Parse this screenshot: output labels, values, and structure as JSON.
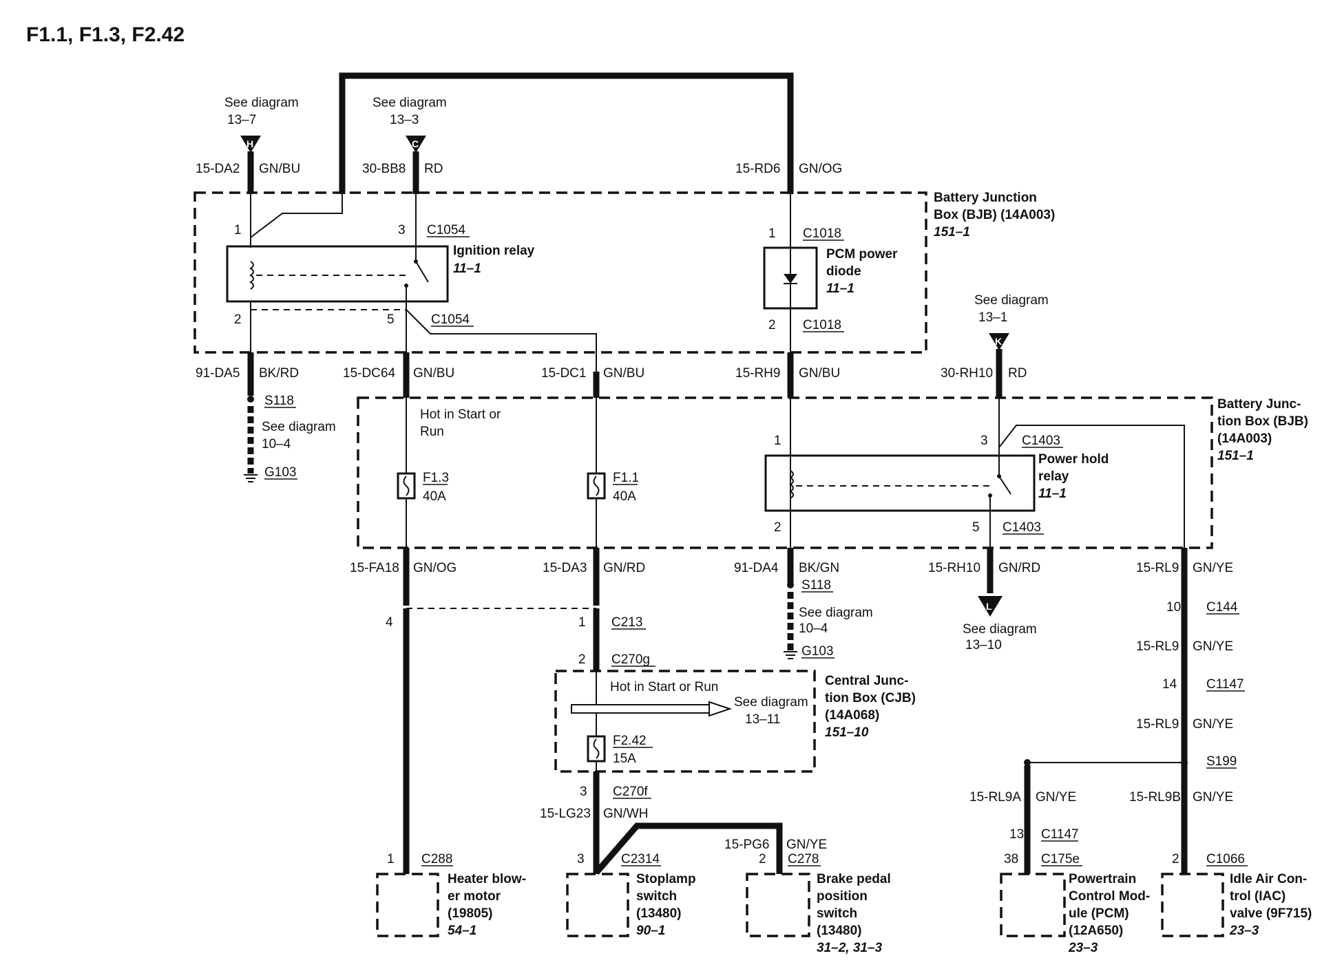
{
  "title": "F1.1, F1.3, F2.42",
  "refs": {
    "h_see": "See diagram",
    "h_num": "13–7",
    "h_letter": "H",
    "c_see": "See diagram",
    "c_num": "13–3",
    "c_letter": "C",
    "k_see": "See diagram",
    "k_num": "13–1",
    "k_letter": "K",
    "l_see": "See diagram",
    "l_num": "13–10",
    "l_letter": "L",
    "g1_see": "See diagram",
    "g1_num": "10–4",
    "g2_see": "See diagram",
    "g2_num": "10–4",
    "cjb_see": "See diagram",
    "cjb_num": "13–11"
  },
  "wires": {
    "w1": {
      "circuit": "15-DA2",
      "color": "GN/BU"
    },
    "w2": {
      "circuit": "30-BB8",
      "color": "RD"
    },
    "w3": {
      "circuit": "15-RD6",
      "color": "GN/OG"
    },
    "w4": {
      "circuit": "91-DA5",
      "color": "BK/RD"
    },
    "w5": {
      "circuit": "15-DC64",
      "color": "GN/BU"
    },
    "w6": {
      "circuit": "15-DC1",
      "color": "GN/BU"
    },
    "w7": {
      "circuit": "15-RH9",
      "color": "GN/BU"
    },
    "w8": {
      "circuit": "30-RH10",
      "color": "RD"
    },
    "w9": {
      "circuit": "15-FA18",
      "color": "GN/OG"
    },
    "w10": {
      "circuit": "15-DA3",
      "color": "GN/RD"
    },
    "w11": {
      "circuit": "91-DA4",
      "color": "BK/GN"
    },
    "w12": {
      "circuit": "15-RH10",
      "color": "GN/RD"
    },
    "w13": {
      "circuit": "15-RL9",
      "color": "GN/YE"
    },
    "w14": {
      "circuit": "15-RL9",
      "color": "GN/YE"
    },
    "w15": {
      "circuit": "15-RL9",
      "color": "GN/YE"
    },
    "w16": {
      "circuit": "15-LG23",
      "color": "GN/WH"
    },
    "w17": {
      "circuit": "15-PG6",
      "color": "GN/YE"
    },
    "w18": {
      "circuit": "15-RL9A",
      "color": "GN/YE"
    },
    "w19": {
      "circuit": "15-RL9B",
      "color": "GN/YE"
    }
  },
  "bjb_top": {
    "name1": "Battery Junction",
    "name2": "Box (BJB) (14A003)",
    "ref": "151–1"
  },
  "bjb_mid": {
    "name1": "Battery Junc-",
    "name2": "tion Box (BJB)",
    "name3": "(14A003)",
    "ref": "151–1"
  },
  "cjb": {
    "name1": "Central Junc-",
    "name2": "tion Box (CJB)",
    "name3": "(14A068)",
    "ref": "151–10",
    "hot": "Hot in Start or Run"
  },
  "hot_mid": {
    "line1": "Hot in Start or",
    "line2": "Run"
  },
  "ign_relay": {
    "name": "Ignition relay",
    "ref": "11–1",
    "pin1": "1",
    "pin2": "2",
    "pin3": "3",
    "pin5": "5",
    "conn_top": "C1054",
    "conn_bot": "C1054"
  },
  "pcm_diode": {
    "name1": "PCM power",
    "name2": "diode",
    "ref": "11–1",
    "pin1": "1",
    "pin2": "2",
    "conn_top": "C1018",
    "conn_bot": "C1018"
  },
  "power_hold": {
    "name1": "Power hold",
    "name2": "relay",
    "ref": "11–1",
    "pin1": "1",
    "pin2": "2",
    "pin3": "3",
    "pin5": "5",
    "conn_top": "C1403",
    "conn_bot": "C1403"
  },
  "fuses": {
    "f13": {
      "name": "F1.3",
      "amps": "40A"
    },
    "f11": {
      "name": "F1.1",
      "amps": "40A"
    },
    "f242": {
      "name": "F2.42",
      "amps": "15A"
    }
  },
  "splices": {
    "s118a": "S118",
    "s118b": "S118",
    "s199": "S199"
  },
  "grounds": {
    "g103a": "G103",
    "g103b": "G103"
  },
  "connectors": {
    "c213": {
      "pin_a": "4",
      "pin_b": "1",
      "name": "C213"
    },
    "c270g": {
      "pin": "2",
      "name": "C270g"
    },
    "c270f": {
      "pin": "3",
      "name": "C270f"
    },
    "c144": {
      "pin": "10",
      "name": "C144"
    },
    "c1147a": {
      "pin": "14",
      "name": "C1147"
    },
    "c1147b": {
      "pin": "13",
      "name": "C1147"
    },
    "c288": {
      "pin": "1",
      "name": "C288"
    },
    "c2314": {
      "pin": "3",
      "name": "C2314"
    },
    "c278": {
      "pin": "2",
      "name": "C278"
    },
    "c175e": {
      "pin": "38",
      "name": "C175e"
    },
    "c1066": {
      "pin": "2",
      "name": "C1066"
    }
  },
  "components": {
    "blower": {
      "l1": "Heater blow-",
      "l2": "er motor",
      "l3": "(19805)",
      "ref": "54–1"
    },
    "stoplamp": {
      "l1": "Stoplamp",
      "l2": "switch",
      "l3": "(13480)",
      "ref": "90–1"
    },
    "brake": {
      "l1": "Brake pedal",
      "l2": "position",
      "l3": "switch",
      "l4": "(13480)",
      "ref": "31–2, 31–3"
    },
    "pcm": {
      "l1": "Powertrain",
      "l2": "Control Mod-",
      "l3": "ule (PCM)",
      "l4": "(12A650)",
      "ref": "23–3"
    },
    "iac": {
      "l1": "Idle Air Con-",
      "l2": "trol (IAC)",
      "l3": "valve (9F715)",
      "ref": "23–3"
    }
  }
}
